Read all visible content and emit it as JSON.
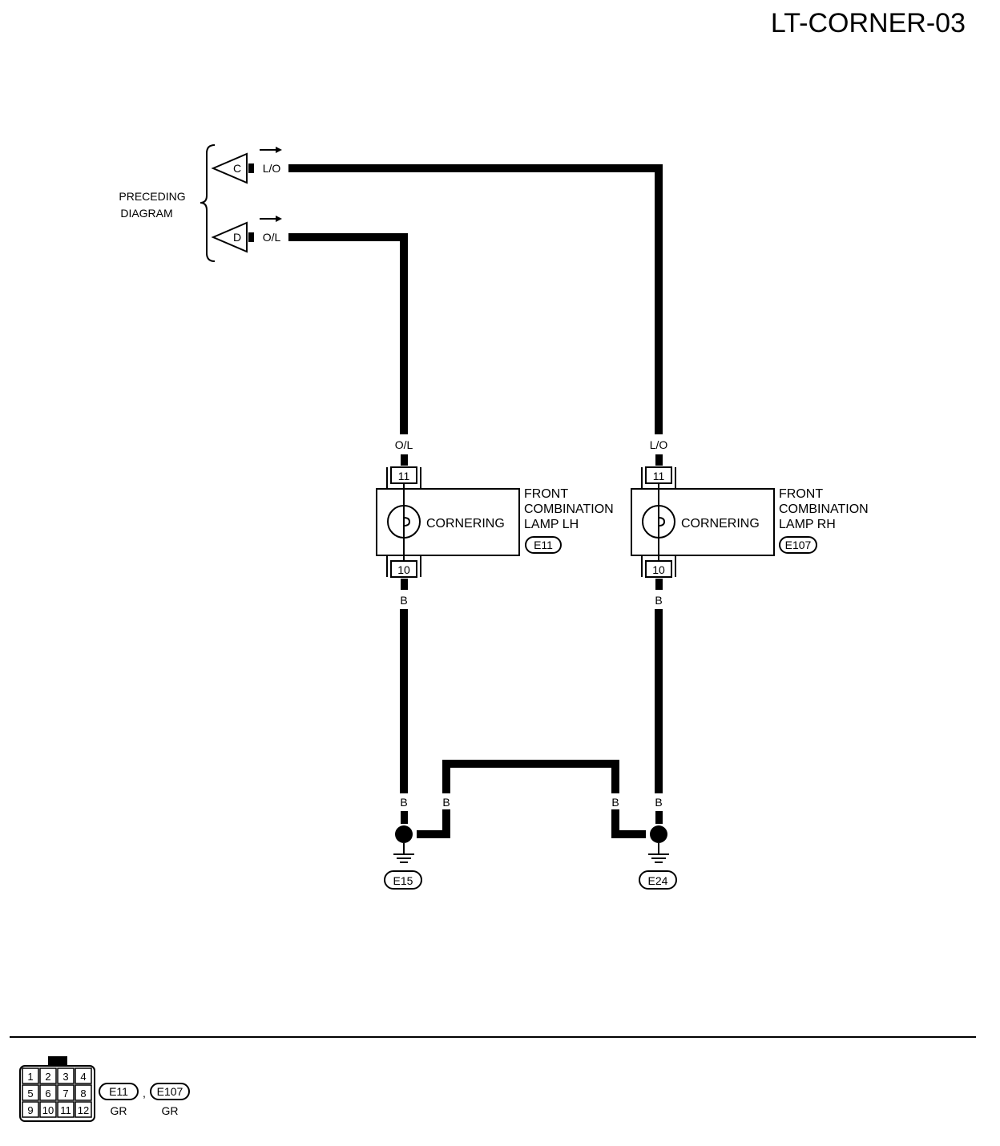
{
  "title": "LT-CORNER-03",
  "preceding": {
    "line1": "PRECEDING",
    "line2": "DIAGRAM"
  },
  "connectors": [
    {
      "letter": "C",
      "wire": "L/O"
    },
    {
      "letter": "D",
      "wire": "O/L"
    }
  ],
  "lamps": [
    {
      "wire_top": "O/L",
      "pin_top": "11",
      "bulb": "CORNERING",
      "name1": "FRONT",
      "name2": "COMBINATION",
      "name3": "LAMP LH",
      "connector": "E11",
      "pin_bottom": "10",
      "wire_bottom": "B"
    },
    {
      "wire_top": "L/O",
      "pin_top": "11",
      "bulb": "CORNERING",
      "name1": "FRONT",
      "name2": "COMBINATION",
      "name3": "LAMP RH",
      "connector": "E107",
      "pin_bottom": "10",
      "wire_bottom": "B"
    }
  ],
  "grounds": [
    {
      "wire_a": "B",
      "wire_b": "B",
      "id": "E15"
    },
    {
      "wire_a": "B",
      "wire_b": "B",
      "id": "E24"
    }
  ],
  "legend": {
    "pins": [
      "1",
      "2",
      "3",
      "4",
      "5",
      "6",
      "7",
      "8",
      "9",
      "10",
      "11",
      "12"
    ],
    "items": [
      {
        "connector": "E11",
        "color": "GR"
      },
      {
        "connector": "E107",
        "color": "GR"
      }
    ],
    "separator": ","
  }
}
